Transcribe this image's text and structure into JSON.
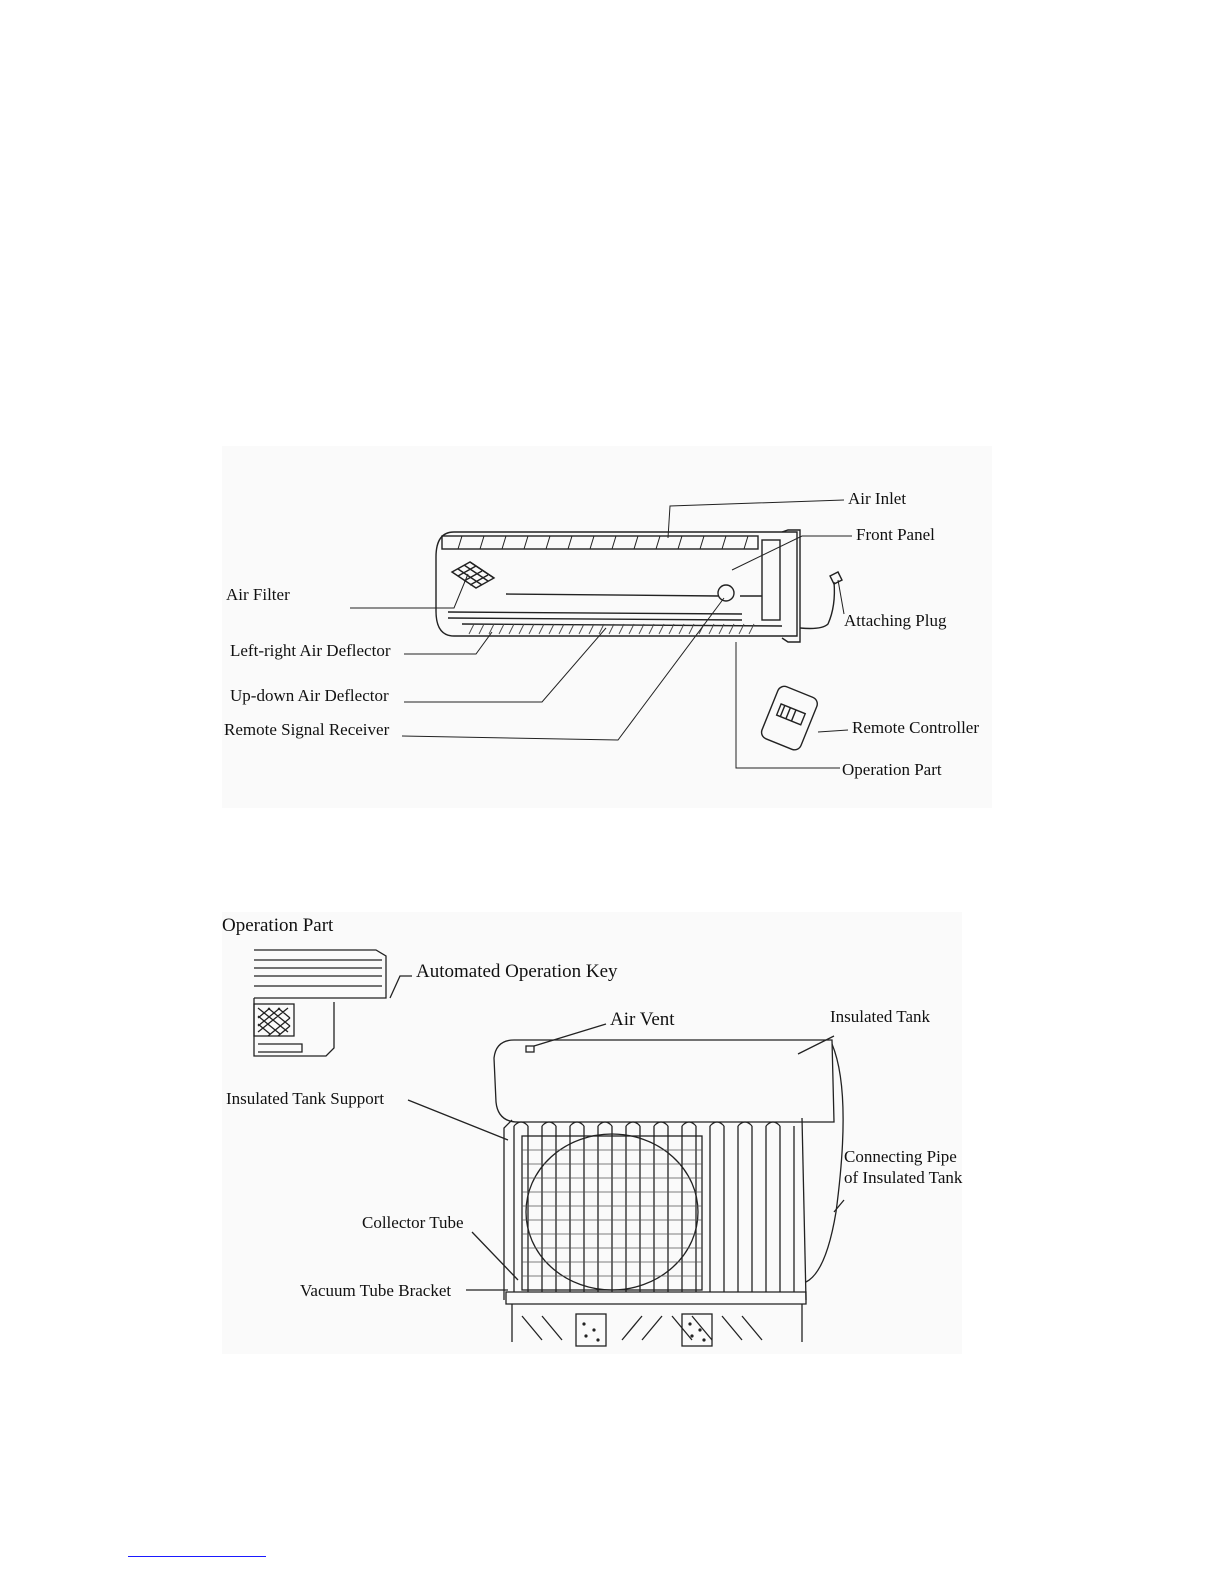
{
  "figure_ac": {
    "labels": {
      "air_inlet": "Air Inlet",
      "front_panel": "Front Panel",
      "air_filter": "Air Filter",
      "attaching_plug": "Attaching Plug",
      "left_right_air_deflector": "Left-right Air Deflector",
      "up_down_air_deflector": "Up-down Air Deflector",
      "remote_signal_receiver": "Remote Signal Receiver",
      "remote_controller": "Remote Controller",
      "operation_part": "Operation Part"
    }
  },
  "figure_solar": {
    "labels": {
      "operation_part_title": "Operation Part",
      "automated_operation_key": "Automated Operation Key",
      "air_vent": "Air Vent",
      "insulated_tank": "Insulated Tank",
      "insulated_tank_support": "Insulated Tank Support",
      "connecting_pipe": "Connecting Pipe of Insulated Tank",
      "collector_tube": "Collector Tube",
      "vacuum_tube_bracket": "Vacuum Tube Bracket"
    }
  },
  "colors": {
    "line": "#222222",
    "background": "#fafafa",
    "footer_rule": "#1a1aff"
  }
}
